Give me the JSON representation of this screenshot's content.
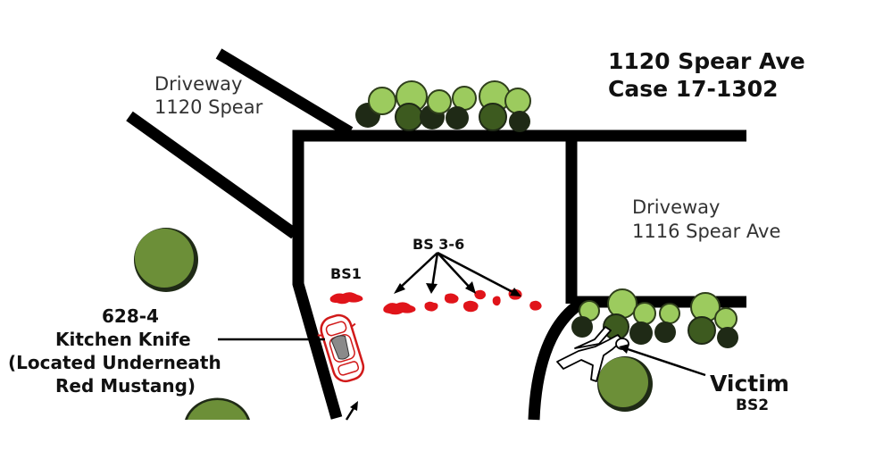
{
  "header": {
    "address": "1120 Spear Ave",
    "case": "Case 17-1302"
  },
  "labels": {
    "driveway_1120_line1": "Driveway",
    "driveway_1120_line2": "1120 Spear",
    "driveway_1116_line1": "Driveway",
    "driveway_1116_line2": "1116 Spear Ave",
    "bs1": "BS1",
    "bs3_6": "BS 3-6",
    "evidence_id": "628-4",
    "evidence_item": "Kitchen Knife",
    "evidence_note_line1": "(Located Underneath",
    "evidence_note_line2": "Red Mustang)",
    "victim": "Victim",
    "bs2": "BS2"
  },
  "colors": {
    "road": "#000000",
    "blood": "#e0141a",
    "bush_light": "#9ccb5e",
    "bush_dark": "#1f2a16",
    "tree": "#6c8f38",
    "car": "#d11a1a"
  },
  "icons": {
    "victim": "chalk-outline-icon",
    "car": "red-car-icon",
    "tree": "tree-icon",
    "bush": "shrub-icon",
    "blood": "blood-stain-icon"
  }
}
